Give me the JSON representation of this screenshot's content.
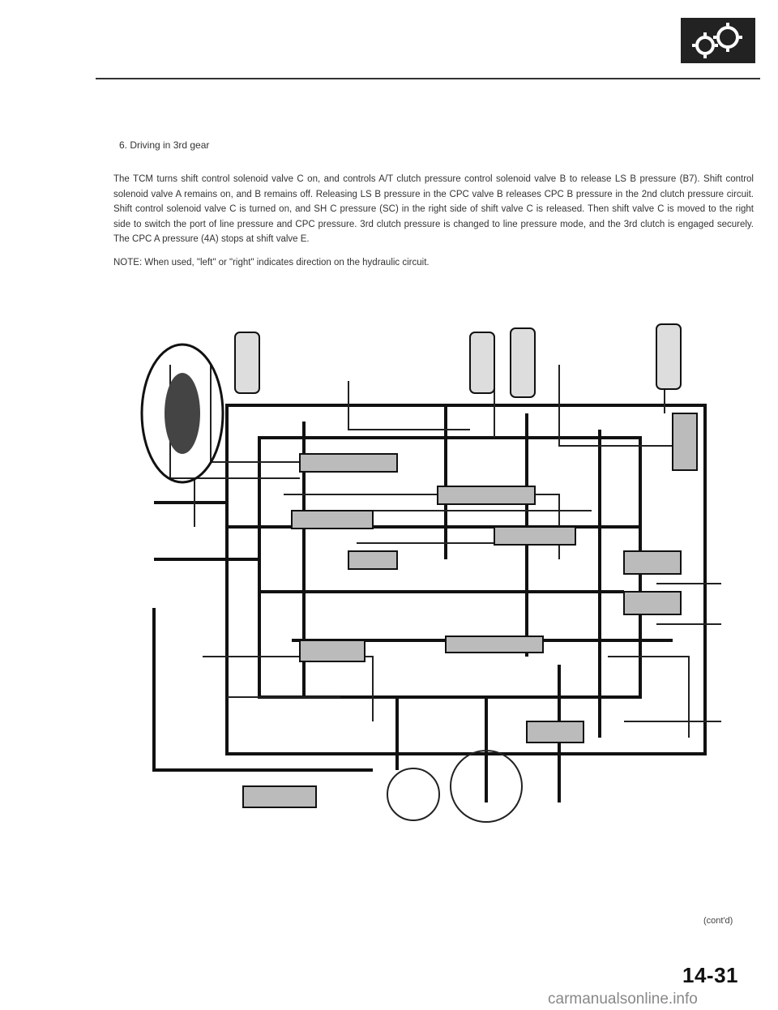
{
  "header": {
    "logo_icon": "transmission-gears-icon"
  },
  "section": {
    "heading": "6. Driving in 3rd gear",
    "paragraph": "The TCM turns shift control solenoid valve C on, and controls A/T clutch pressure control solenoid valve B to release LS B pressure (B7). Shift control solenoid valve A remains on, and B remains off. Releasing LS B pressure in the CPC valve B releases CPC B pressure in the 2nd clutch pressure circuit. Shift control solenoid valve C is turned on, and SH C pressure (SC) in the right side of shift valve C is released. Then shift valve C is moved to the right side to switch the port of line pressure and CPC pressure. 3rd clutch pressure is changed to line pressure mode, and the 3rd clutch is engaged securely. The CPC A pressure (4A) stops at shift valve E.",
    "note": "NOTE: When used, \"left\" or \"right\" indicates direction on the hydraulic circuit."
  },
  "footer": {
    "contd": "(cont'd)",
    "page_number": "14-31",
    "watermark": "carmanualsonline.info"
  }
}
